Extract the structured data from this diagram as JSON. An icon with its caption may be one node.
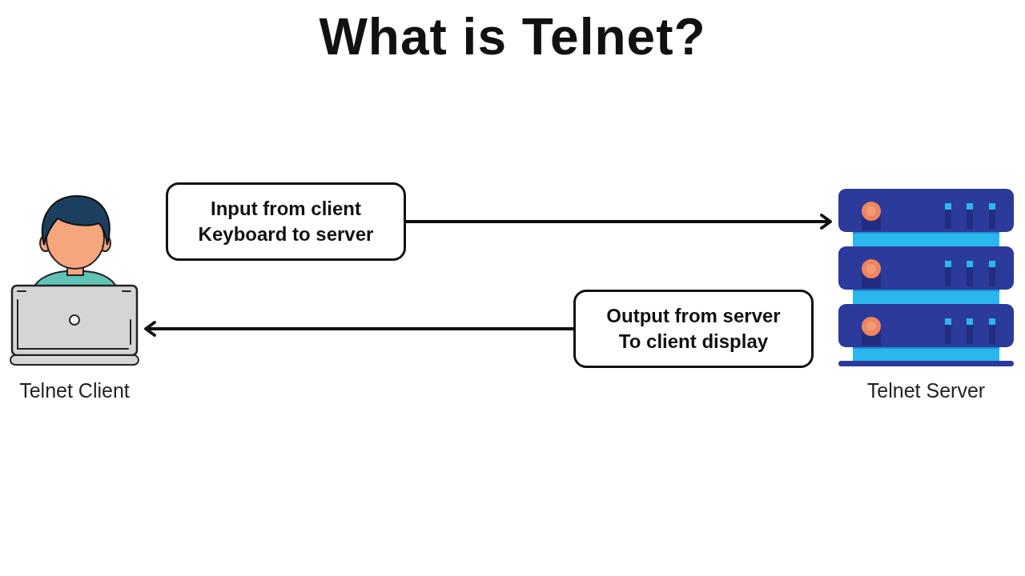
{
  "diagram": {
    "title": "What is Telnet?",
    "nodes": [
      {
        "text": [],
        "shape": "picture",
        "beside": [
          "Telnet Client"
        ]
      },
      {
        "text": [
          "Input from client Keyboard to server"
        ]
      },
      {
        "text": [],
        "shape": "picture",
        "beside": [
          "Telnet Server"
        ]
      },
      {
        "text": [
          "Output from server To client display"
        ]
      }
    ],
    "edges": [
      {
        "from": 1,
        "to": 2,
        "arrow": "to"
      },
      {
        "from": 3,
        "to": 0,
        "arrow": "to"
      }
    ]
  }
}
